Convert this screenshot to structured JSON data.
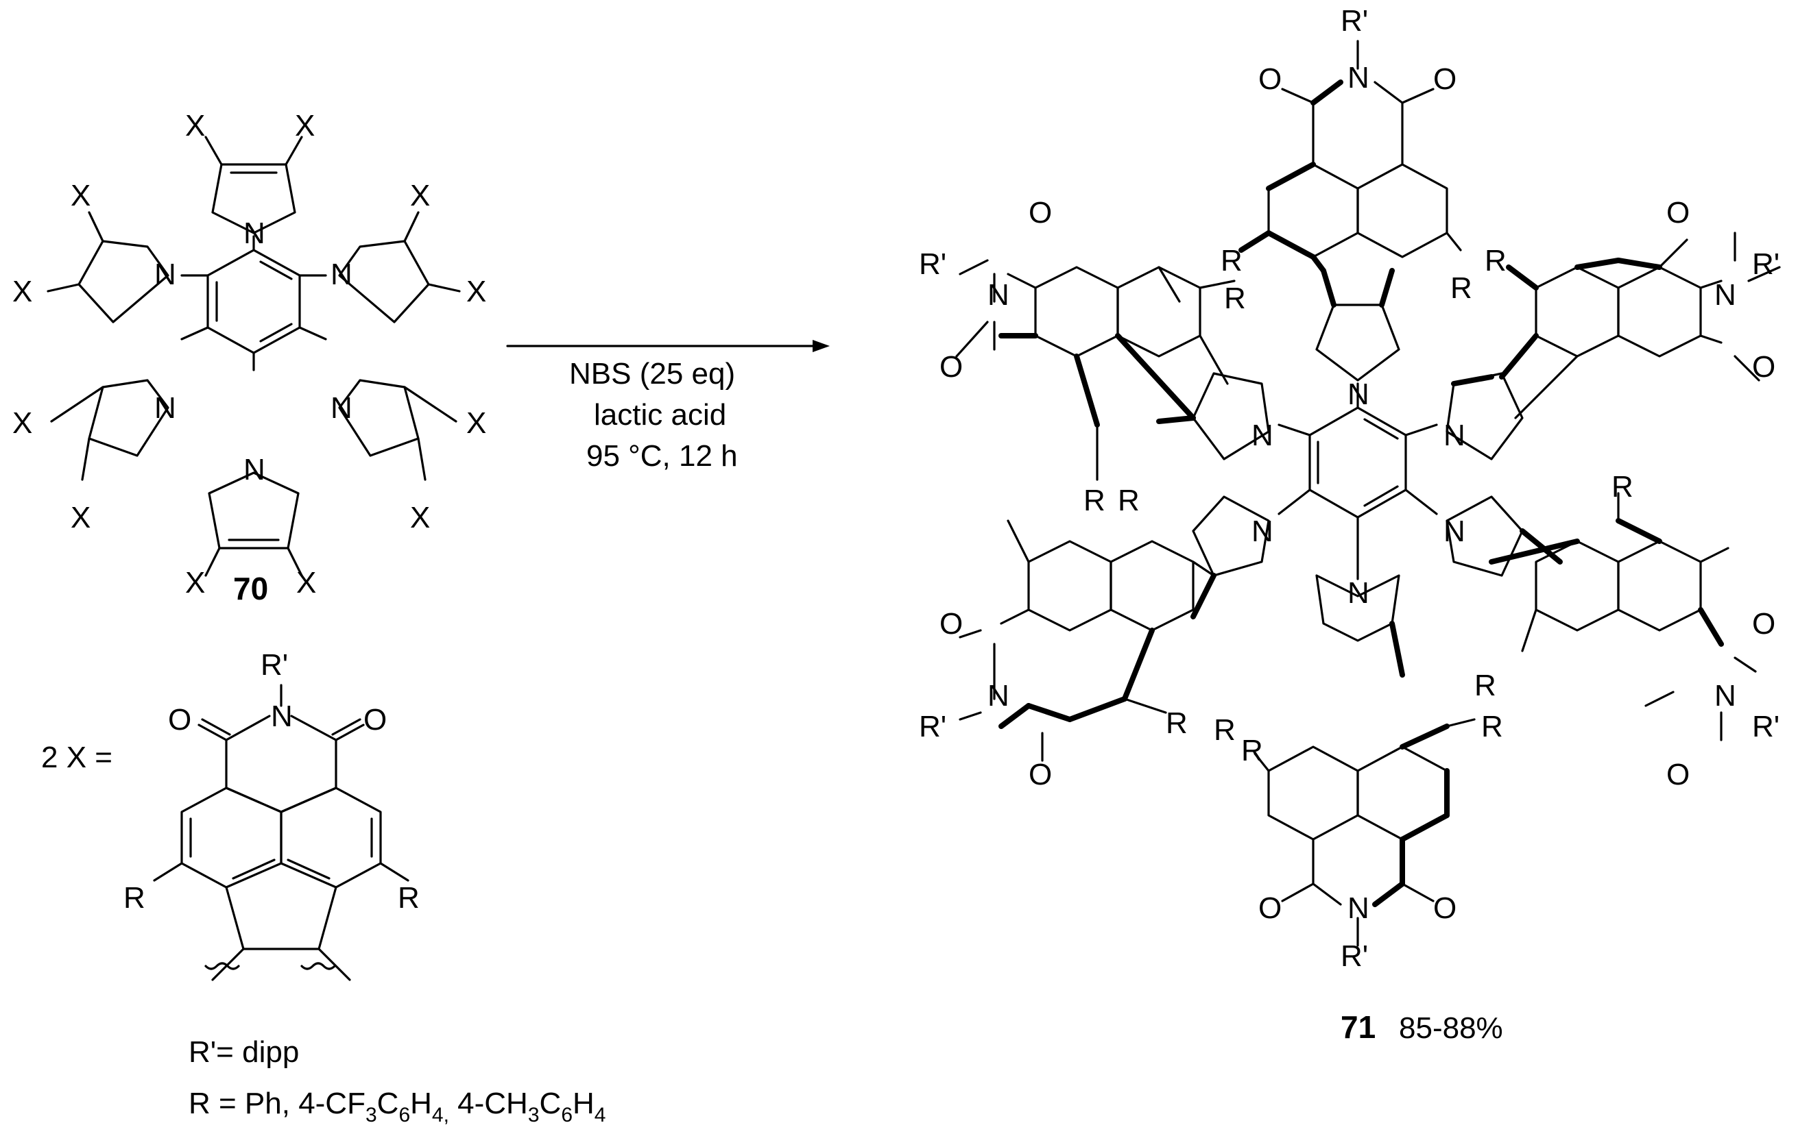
{
  "reactant": {
    "compound_number": "70",
    "substituent_letter": "X",
    "nitrogen": "N"
  },
  "conditions": {
    "line1": "NBS (25 eq)",
    "line2": "lactic acid",
    "line3": "95 °C, 12 h"
  },
  "definition": {
    "prefix": "2 X =",
    "imide_r_prime": "R'",
    "imide_n": "N",
    "oxygen": "O",
    "r_group": "R"
  },
  "legend": {
    "r_prime_line": "R'= dipp",
    "r_line": {
      "prefix": "R = Ph, 4-CF",
      "sub1": "3",
      "mid1": "C",
      "sub2": "6",
      "mid2": "H",
      "sub3": "4,",
      "mid3": " 4-CH",
      "sub4": "3",
      "mid4": "C",
      "sub5": "6",
      "mid5": "H",
      "sub6": "4"
    }
  },
  "product": {
    "compound_number": "71",
    "yield": "85-88%",
    "r_prime": "R'",
    "r_group": "R",
    "nitrogen": "N",
    "oxygen": "O"
  }
}
